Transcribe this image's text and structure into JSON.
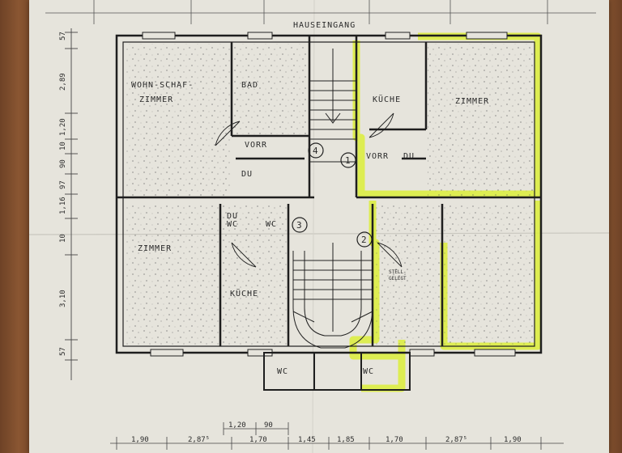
{
  "header": {
    "entrance": "HAUSEINGANG"
  },
  "rooms": {
    "wohn_schlaf_line1": "WOHN-SCHAF-",
    "wohn_schlaf_line2": "ZIMMER",
    "bad": "BAD",
    "kueche_top": "KÜCHE",
    "zimmer_top": "ZIMMER",
    "vorr_top_left": "VORR",
    "du_top_left": "DU",
    "vorr_top_right": "VORR",
    "du_top_right": "DU",
    "du_wc_line1": "DU",
    "du_wc_line2": "WC",
    "wc_mid": "WC",
    "zimmer_bottom": "ZIMMER",
    "kueche_bottom": "KÜCHE",
    "stell_line1": "STELL-",
    "stell_line2": "GELEGT",
    "wc_bottom_left": "WC",
    "wc_bottom_right": "WC"
  },
  "unit_markers": [
    "4",
    "1",
    "3",
    "2"
  ],
  "left_dimensions": [
    "57",
    "2,89",
    "1,20",
    "10",
    "90",
    "97",
    "1,16",
    "10",
    "3,10",
    "57"
  ],
  "bottom_dimensions": [
    "1,90",
    "2,87⁵",
    "1,70",
    "1,45",
    "1,85",
    "1,70",
    "2,87⁵",
    "1,90"
  ],
  "bottom_small_dims": [
    "1,20",
    "90"
  ],
  "colors": {
    "paper": "#e6e4dc",
    "ink": "#2b2b2b",
    "highlight": "#dcef3a",
    "wood": "#7a4a2a"
  }
}
